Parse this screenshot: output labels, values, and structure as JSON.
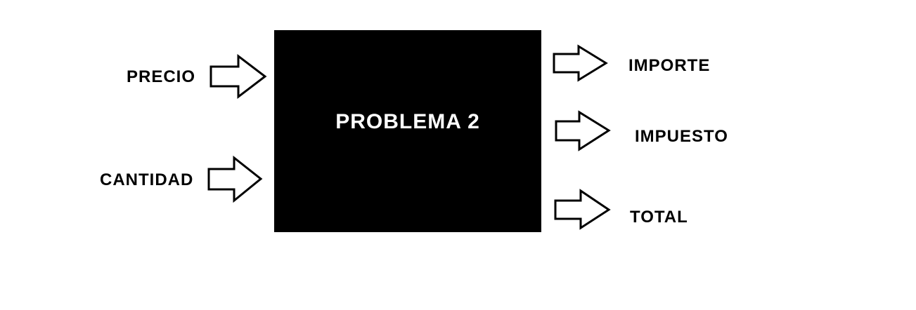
{
  "process": {
    "title": "PROBLEMA 2"
  },
  "inputs": {
    "precio": "PRECIO",
    "cantidad": "CANTIDAD"
  },
  "outputs": {
    "importe": "IMPORTE",
    "impuesto": "IMPUESTO",
    "total": "TOTAL"
  },
  "colors": {
    "box": "#000000",
    "box_text": "#ffffff",
    "text": "#000000",
    "arrow_fill": "#ffffff",
    "arrow_stroke": "#000000"
  }
}
